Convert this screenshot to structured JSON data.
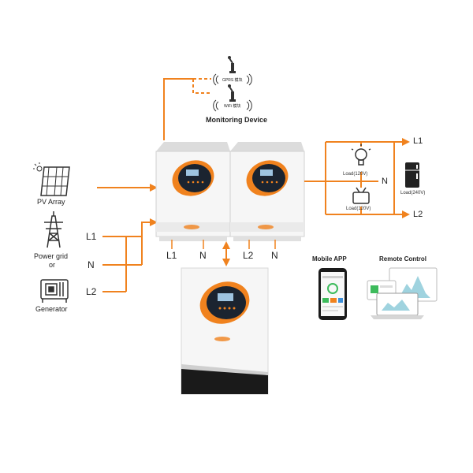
{
  "colors": {
    "accent": "#f0821e",
    "inverter_body": "#f6f6f6",
    "screen": "#1b2430",
    "battery_base": "#1a1a1a",
    "text": "#222222"
  },
  "monitoring": {
    "title": "Monitoring Device",
    "gprs_label": "GPRS 模块",
    "wifi_label": "WiFi 模块"
  },
  "sources": {
    "pv_label": "PV Array",
    "grid_label_line1": "Power grid",
    "grid_label_line2": "or",
    "generator_label": "Generator"
  },
  "input_lines": {
    "l1": "L1",
    "n": "N",
    "l2": "L2"
  },
  "inverter_terminals": {
    "inv1_line": "L1",
    "inv1_neutral": "N",
    "inv2_line": "L2",
    "inv2_neutral": "N"
  },
  "output": {
    "l1": "L1",
    "n": "N",
    "l2": "L2",
    "bulb_load": "Load(120V)",
    "tv_load": "Load(120V)",
    "fridge_load": "Load(240V)"
  },
  "apps": {
    "mobile_label": "Mobile APP",
    "remote_label": "Remote Control"
  },
  "icons": {
    "antenna": "antenna-icon",
    "wifi": "wifi-waves-icon",
    "solar": "solar-panel-icon",
    "tower": "transmission-tower-icon",
    "generator": "generator-icon",
    "bulb": "lightbulb-icon",
    "tv": "tv-icon",
    "fridge": "fridge-icon",
    "phone": "smartphone-icon",
    "laptop": "laptop-icon"
  }
}
